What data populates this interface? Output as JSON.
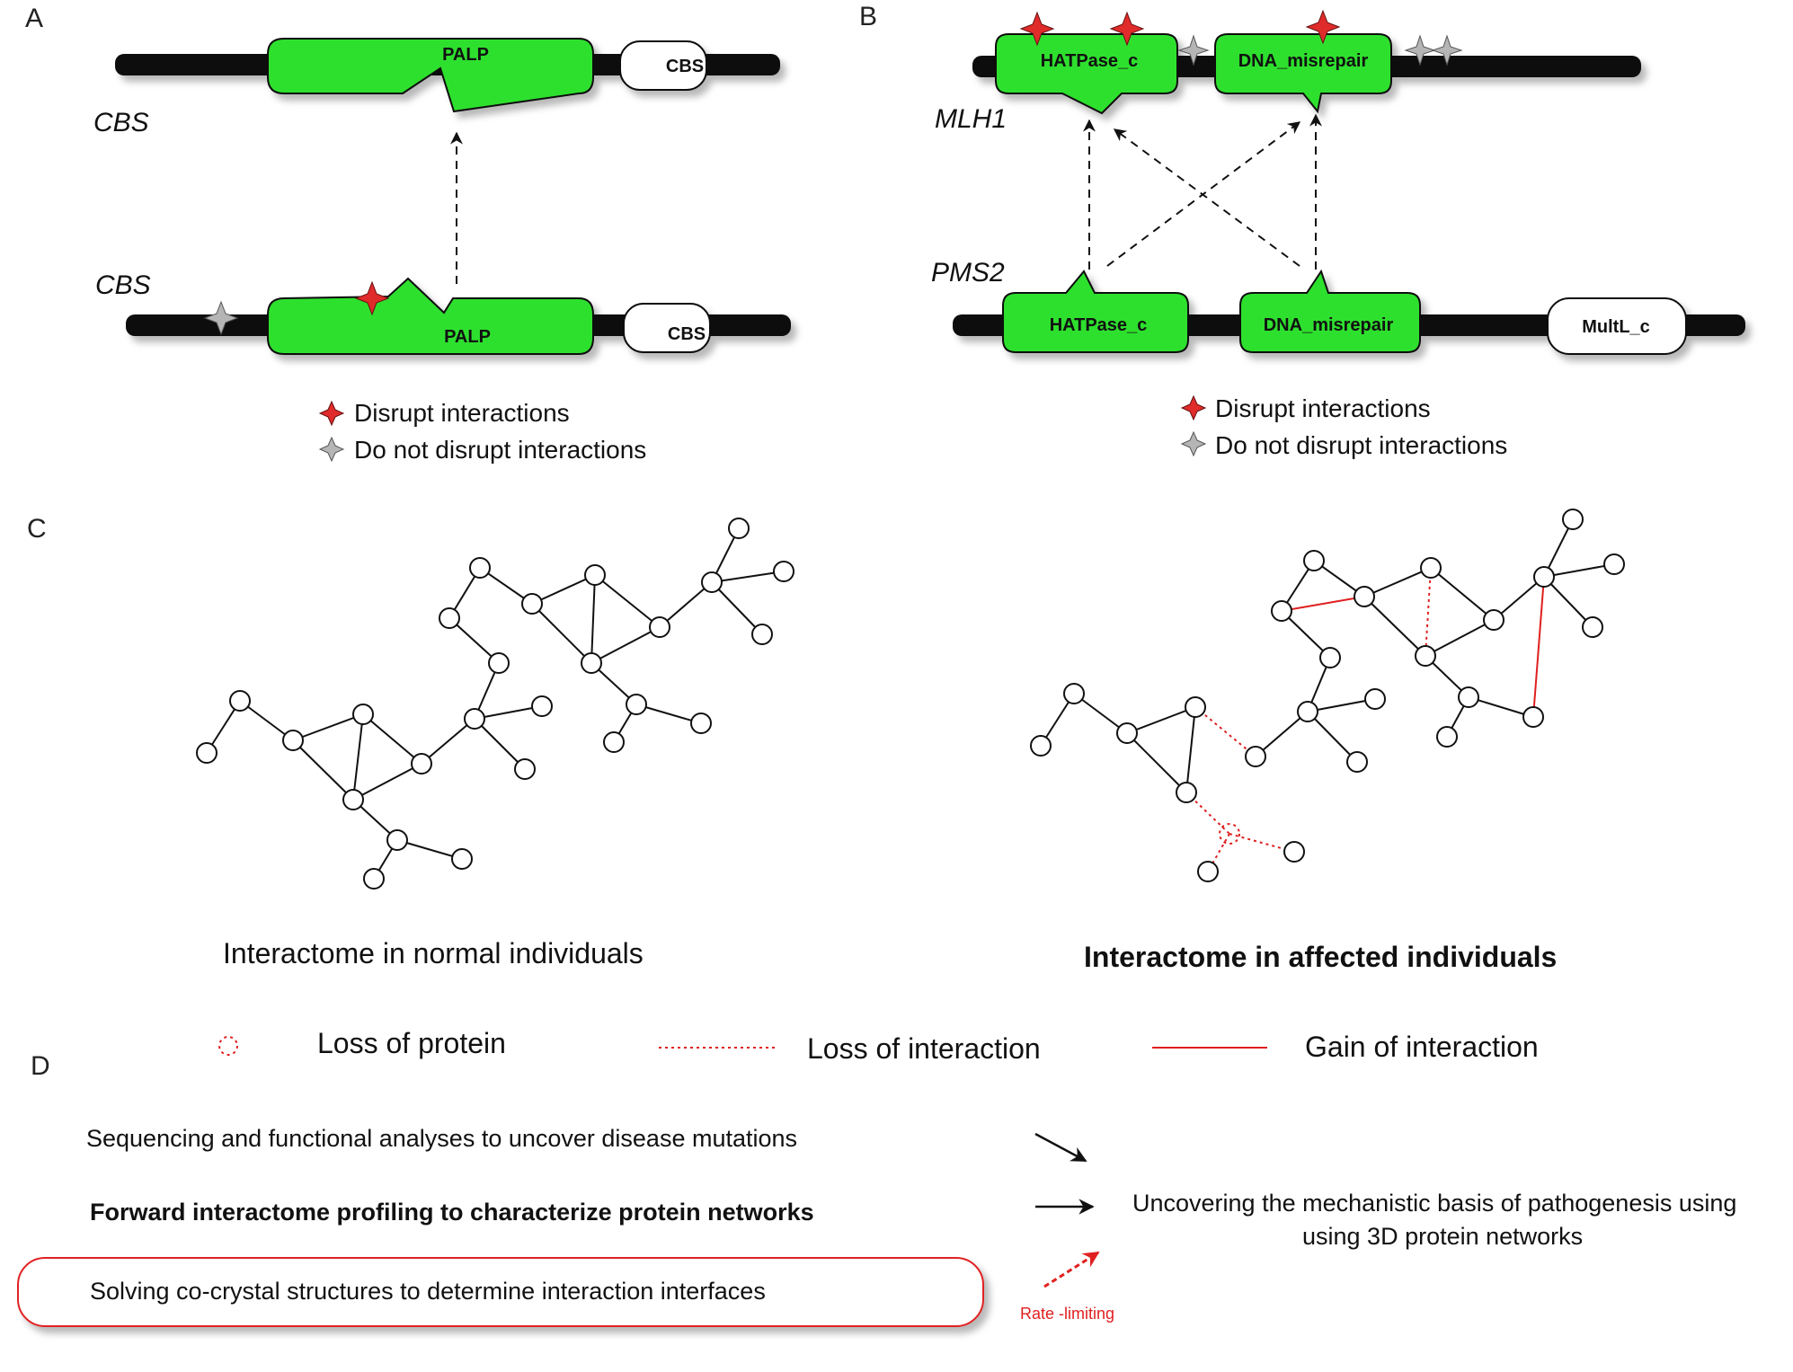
{
  "panels": {
    "a": "A",
    "b": "B",
    "c": "C",
    "d": "D"
  },
  "colors": {
    "domain_fill": "#2ee02e",
    "disrupt_star": "#e02b2b",
    "neutral_star": "#b5b5b5",
    "red_line": "#e02020",
    "backbone": "#111111"
  },
  "panel_a": {
    "top_gene": "CBS",
    "bottom_gene": "CBS",
    "top_domains": [
      "PALP",
      "CBS"
    ],
    "bottom_domains": [
      "PALP",
      "CBS"
    ],
    "legend": {
      "disrupt": "Disrupt interactions",
      "no_disrupt": "Do not disrupt interactions"
    }
  },
  "panel_b": {
    "top_gene": "MLH1",
    "bottom_gene": "PMS2",
    "top_domains": [
      "HATPase_c",
      "DNA_misrepair"
    ],
    "bottom_domains": [
      "HATPase_c",
      "DNA_misrepair",
      "MultL_c"
    ],
    "legend": {
      "disrupt": "Disrupt interactions",
      "no_disrupt": "Do not disrupt interactions"
    }
  },
  "panel_c": {
    "normal_caption": "Interactome in normal individuals",
    "affected_caption": "Interactome in affected individuals",
    "legend": {
      "loss_protein": "Loss of protein",
      "loss_interaction": "Loss of interaction",
      "gain_interaction": "Gain of interaction"
    }
  },
  "panel_d": {
    "statements": [
      "Sequencing and functional analyses to uncover disease mutations",
      "Forward interactome profiling to characterize protein networks",
      "Solving co-crystal structures to determine interaction interfaces"
    ],
    "outcome_line1": "Uncovering the mechanistic basis of pathogenesis using",
    "outcome_line2": "using 3D protein networks",
    "rate_limiting": "Rate -limiting"
  }
}
